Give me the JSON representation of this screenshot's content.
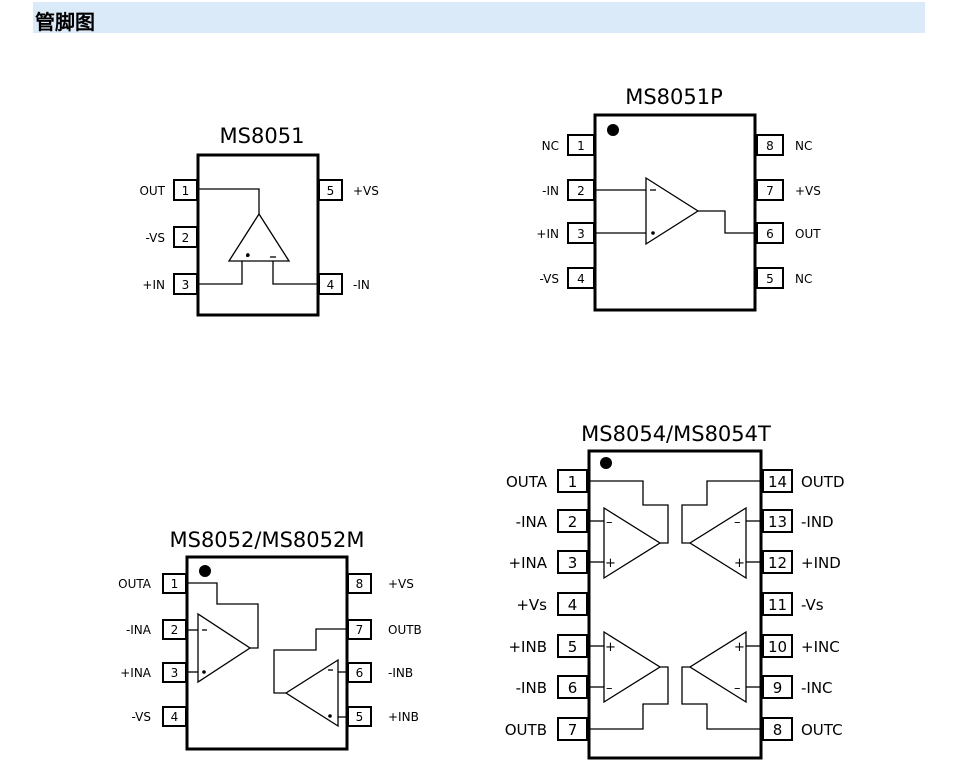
{
  "header": {
    "title": "管脚图"
  },
  "colors": {
    "header_bg": "#dbeaf8"
  },
  "ms8051": {
    "title": "MS8051",
    "pins": [
      {
        "num": "1",
        "label": "OUT"
      },
      {
        "num": "2",
        "label": "-VS"
      },
      {
        "num": "3",
        "label": "+IN"
      },
      {
        "num": "4",
        "label": "-IN"
      },
      {
        "num": "5",
        "label": "+VS"
      }
    ]
  },
  "ms8051p": {
    "title": "MS8051P",
    "pins": [
      {
        "num": "1",
        "label": "NC"
      },
      {
        "num": "2",
        "label": "-IN"
      },
      {
        "num": "3",
        "label": "+IN"
      },
      {
        "num": "4",
        "label": "-VS"
      },
      {
        "num": "5",
        "label": "NC"
      },
      {
        "num": "6",
        "label": "OUT"
      },
      {
        "num": "7",
        "label": "+VS"
      },
      {
        "num": "8",
        "label": "NC"
      }
    ]
  },
  "ms8052": {
    "title": "MS8052/MS8052M",
    "pins": [
      {
        "num": "1",
        "label": "OUTA"
      },
      {
        "num": "2",
        "label": "-INA"
      },
      {
        "num": "3",
        "label": "+INA"
      },
      {
        "num": "4",
        "label": "-VS"
      },
      {
        "num": "5",
        "label": "+INB"
      },
      {
        "num": "6",
        "label": "-INB"
      },
      {
        "num": "7",
        "label": "OUTB"
      },
      {
        "num": "8",
        "label": "+VS"
      }
    ]
  },
  "ms8054": {
    "title": "MS8054/MS8054T",
    "pins": [
      {
        "num": "1",
        "label": "OUTA"
      },
      {
        "num": "2",
        "label": "-INA"
      },
      {
        "num": "3",
        "label": "+INA"
      },
      {
        "num": "4",
        "label": "+Vs"
      },
      {
        "num": "5",
        "label": "+INB"
      },
      {
        "num": "6",
        "label": "-INB"
      },
      {
        "num": "7",
        "label": "OUTB"
      },
      {
        "num": "8",
        "label": "OUTC"
      },
      {
        "num": "9",
        "label": "-INC"
      },
      {
        "num": "10",
        "label": "+INC"
      },
      {
        "num": "11",
        "label": "-Vs"
      },
      {
        "num": "12",
        "label": "+IND"
      },
      {
        "num": "13",
        "label": "-IND"
      },
      {
        "num": "14",
        "label": "OUTD"
      }
    ]
  }
}
